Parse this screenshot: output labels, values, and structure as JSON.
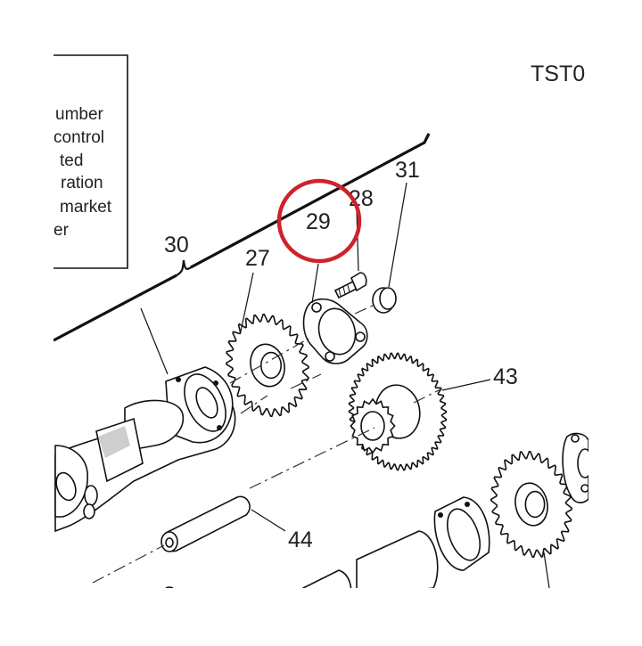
{
  "header": {
    "code": "TST0"
  },
  "note_box": {
    "lines": [
      "umber",
      "control",
      "ted",
      "ration",
      "market",
      "er"
    ]
  },
  "callouts": {
    "p30": "30",
    "p27": "27",
    "p29": "29",
    "p28": "28",
    "p31": "31",
    "p43": "43",
    "p44": "44"
  },
  "highlight": {
    "target": "29",
    "color": "#cf2229"
  }
}
